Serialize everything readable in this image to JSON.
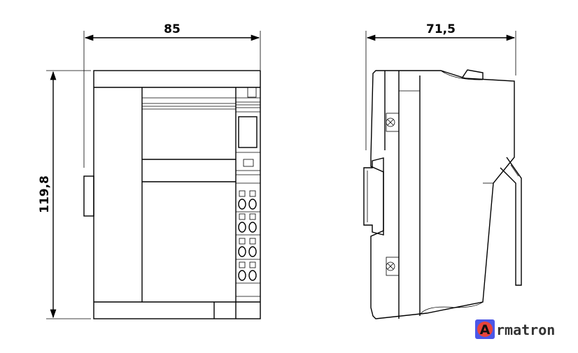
{
  "dimensions": {
    "front_width": "85",
    "front_height": "119,8",
    "side_depth": "71,5"
  },
  "brand": {
    "logo_letter": "A",
    "name_rest": "rmatron"
  }
}
